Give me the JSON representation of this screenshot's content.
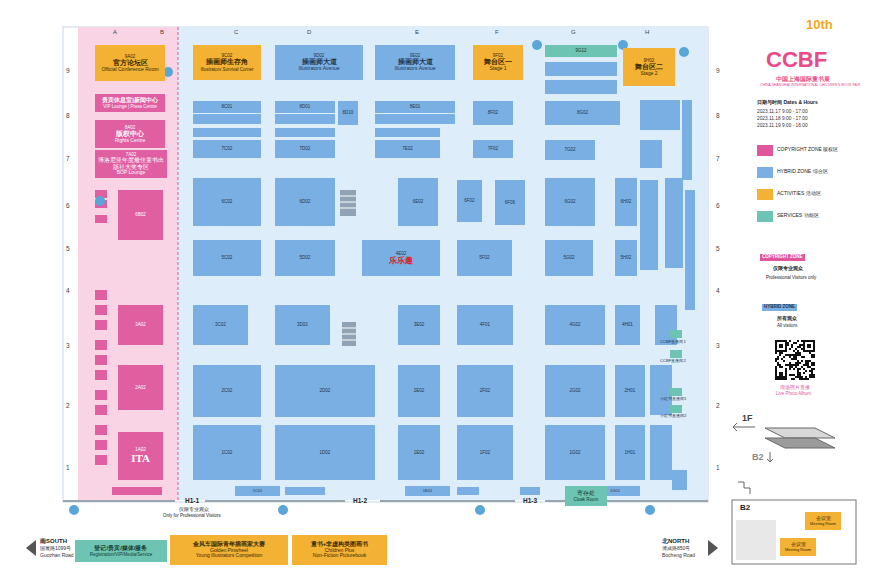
{
  "diagram": {
    "nodes": [
      {
        "text": [
          "9A02",
          "官方论坛区",
          "Official Conference Room"
        ]
      },
      {
        "text": [
          "贵宾休息室|新闻中心",
          "VIP Lounge | Press Centre"
        ]
      },
      {
        "text": [
          "8A02",
          "版权中心",
          "Rights Centre"
        ]
      },
      {
        "text": [
          "7A02",
          "博洛尼亚年度最佳童书出版社大奖专区",
          "BOP Lounge"
        ]
      },
      {
        "text": [
          "9C02",
          "插画师生存角",
          "Illustrators Survival Corner"
        ]
      },
      {
        "text": [
          "9D02",
          "插画师大道",
          "Illustrators Avenue"
        ]
      },
      {
        "text": [
          "9E02",
          "插画师大道",
          "Illustrators Avenue"
        ]
      },
      {
        "text": [
          "9F02",
          "舞台区一",
          "Stage 1"
        ]
      },
      {
        "text": [
          "9G12"
        ]
      },
      {
        "text": [
          "9H02",
          "舞台区二",
          "Stage 2"
        ]
      },
      {
        "text": [
          "8C01"
        ]
      },
      {
        "text": [
          "8D01"
        ]
      },
      {
        "text": [
          "8D10"
        ]
      },
      {
        "text": [
          "8E01"
        ]
      },
      {
        "text": [
          "8F02"
        ]
      },
      {
        "text": [
          "8G02"
        ]
      },
      {
        "text": [
          "7C02"
        ]
      },
      {
        "text": [
          "7D02"
        ]
      },
      {
        "text": [
          "7E02"
        ]
      },
      {
        "text": [
          "7F02"
        ]
      },
      {
        "text": [
          "7G02"
        ]
      },
      {
        "text": [
          "6C02"
        ]
      },
      {
        "text": [
          "6D02"
        ]
      },
      {
        "text": [
          "6E02"
        ]
      },
      {
        "text": [
          "6F02"
        ]
      },
      {
        "text": [
          "6F06"
        ]
      },
      {
        "text": [
          "6G02"
        ]
      },
      {
        "text": [
          "6H02"
        ]
      },
      {
        "text": [
          "5C02"
        ]
      },
      {
        "text": [
          "5D02"
        ]
      },
      {
        "text": [
          "4E02",
          "乐乐趣"
        ]
      },
      {
        "text": [
          "5F02"
        ]
      },
      {
        "text": [
          "5G02"
        ]
      },
      {
        "text": [
          "5H02"
        ]
      },
      {
        "text": [
          "3C02"
        ]
      },
      {
        "text": [
          "3D02"
        ]
      },
      {
        "text": [
          "3E02"
        ]
      },
      {
        "text": [
          "4F01"
        ]
      },
      {
        "text": [
          "4G02"
        ]
      },
      {
        "text": [
          "4H01"
        ]
      },
      {
        "text": [
          "2C02"
        ]
      },
      {
        "text": [
          "2D02"
        ]
      },
      {
        "text": [
          "2E02"
        ]
      },
      {
        "text": [
          "2F02"
        ]
      },
      {
        "text": [
          "2G02"
        ]
      },
      {
        "text": [
          "2H01"
        ]
      },
      {
        "text": [
          "1C02"
        ]
      },
      {
        "text": [
          "1D02"
        ]
      },
      {
        "text": [
          "1E02"
        ]
      },
      {
        "text": [
          "1F02"
        ]
      },
      {
        "text": [
          "1G02"
        ]
      },
      {
        "text": [
          "1H01"
        ]
      },
      {
        "text": [
          "1C01"
        ]
      },
      {
        "text": [
          "1E01"
        ]
      },
      {
        "text": [
          "1G01"
        ]
      },
      {
        "text": [
          "6B02"
        ]
      },
      {
        "text": [
          "3A02"
        ]
      },
      {
        "text": [
          "2A02"
        ]
      },
      {
        "text": [
          "1A02",
          "ITA"
        ]
      },
      {
        "text": [
          "寄存处",
          "Cloak Room"
        ]
      },
      {
        "text": [
          "登记/贵宾/媒体/服务",
          "Registration/VIP/Media/Service"
        ]
      },
      {
        "text": [
          "金风车国际青年插画家大赛",
          "Golden Pinwheel",
          "Young Illustrators Competition"
        ]
      },
      {
        "text": [
          "童书+非虚构类图画书",
          "Children Plus",
          "Non-Fiction Picturebook"
        ]
      },
      {
        "text": [
          "会议室",
          "Meeting Room"
        ]
      },
      {
        "text": [
          "会议室",
          "Meeting Room"
        ]
      }
    ],
    "labels": [
      "A",
      "B",
      "C",
      "D",
      "E",
      "F",
      "G",
      "H",
      "9",
      "8",
      "7",
      "6",
      "5",
      "4",
      "3",
      "2",
      "1",
      "9",
      "8",
      "7",
      "6",
      "5",
      "4",
      "3",
      "2",
      "1",
      "10th",
      "CCBF",
      "中国上海国际童书展",
      "CHINA SHANGHAI INTERNATIONAL CHILDREN'S BOOK FAIR",
      "日期与时间 Dates & Hours",
      "2023.11.17 9:00 - 17:00",
      "2023.11.18 9:00 - 17:00",
      "2023.11.19 9:00 - 16:00",
      "COPYRIGHT ZONE",
      "仅限专业观众",
      "Professional Visitors only",
      "HYBRID ZONE",
      "所有观众",
      "All visitors",
      "现场照片直播",
      "Live Photo Album",
      "1F",
      "B2",
      "B2",
      "H1-1",
      "仅限专业观众",
      "Only for Professional Visitors",
      "H1-2",
      "H1-3",
      "南SOUTH",
      "国展路1099号",
      "Guozhan Road",
      "北NORTH",
      "博成路850号",
      "Bocheng Road",
      "CCBF直播间1",
      "CCBF直播间2",
      "小红书直播间1",
      "小红书直播间2"
    ],
    "legend": [
      {
        "text": "COPYRIGHT ZONE 版权区",
        "color": "#e0569d"
      },
      {
        "text": "HYBRID ZONE 综合区",
        "color": "#7aafe3"
      },
      {
        "text": "ACTIVITIES 活动区",
        "color": "#f3b234"
      },
      {
        "text": "SERVICES 功能区",
        "color": "#6ec4b3"
      }
    ]
  }
}
